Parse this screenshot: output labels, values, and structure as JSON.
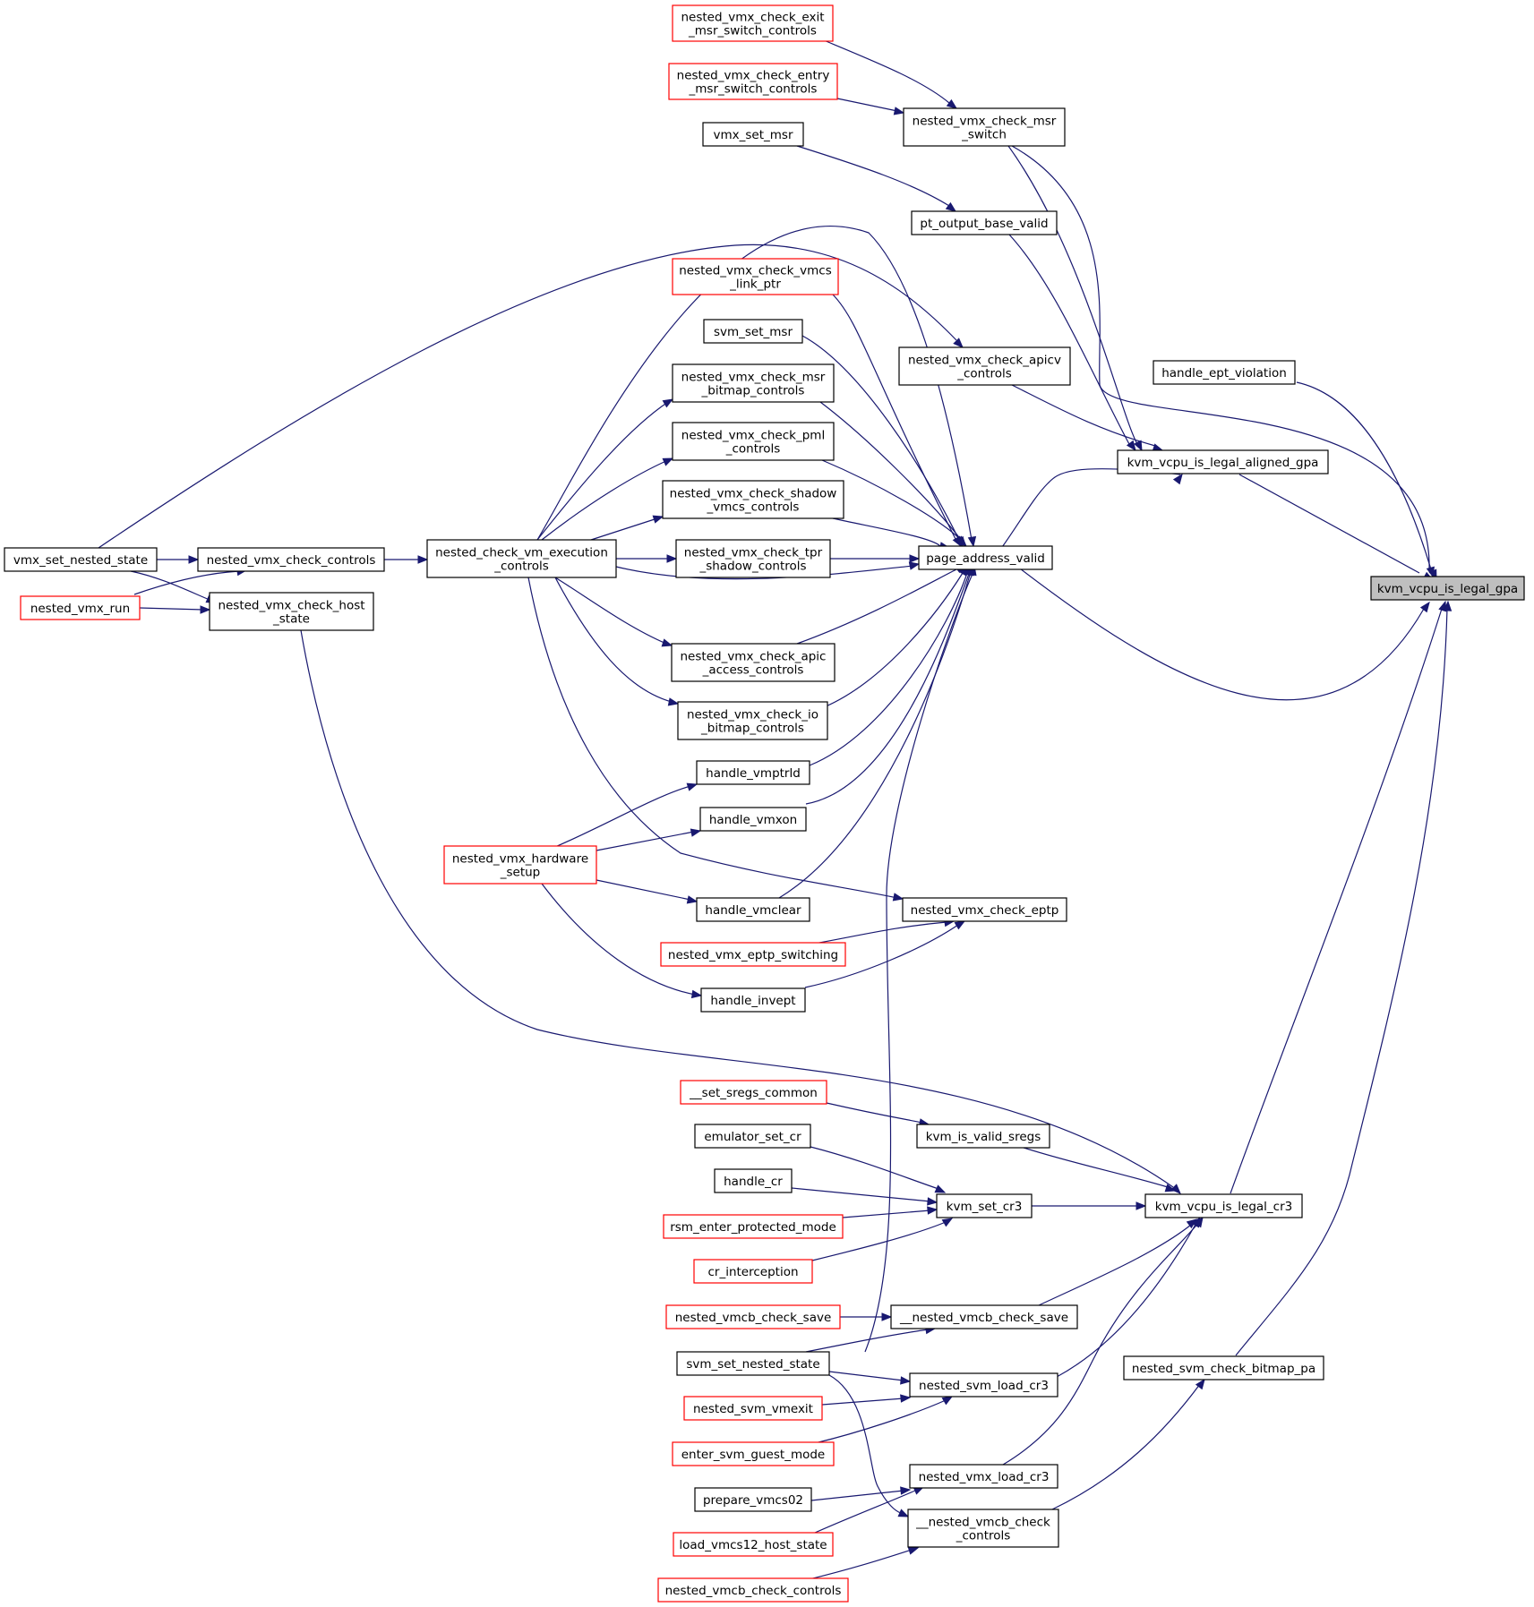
{
  "graph": {
    "colors": {
      "edge": "#191970",
      "node_border_default": "#000000",
      "node_border_truncated": "#ff0000",
      "node_fill_focus": "#bfbfbf"
    },
    "nodes": [
      {
        "id": "target",
        "lines": [
          "kvm_vcpu_is_legal_gpa"
        ],
        "style": "gray"
      },
      {
        "id": "aligned",
        "lines": [
          "kvm_vcpu_is_legal_aligned_gpa"
        ],
        "style": "black"
      },
      {
        "id": "ept_violation",
        "lines": [
          "handle_ept_violation"
        ],
        "style": "black"
      },
      {
        "id": "legal_cr3",
        "lines": [
          "kvm_vcpu_is_legal_cr3"
        ],
        "style": "black"
      },
      {
        "id": "bitmap_pa",
        "lines": [
          "nested_svm_check_bitmap_pa"
        ],
        "style": "black"
      },
      {
        "id": "msr_switch",
        "lines": [
          "nested_vmx_check_msr",
          "_switch"
        ],
        "style": "black"
      },
      {
        "id": "exit_msr",
        "lines": [
          "nested_vmx_check_exit",
          "_msr_switch_controls"
        ],
        "style": "red"
      },
      {
        "id": "entry_msr",
        "lines": [
          "nested_vmx_check_entry",
          "_msr_switch_controls"
        ],
        "style": "red"
      },
      {
        "id": "vmx_set_msr",
        "lines": [
          "vmx_set_msr"
        ],
        "style": "black"
      },
      {
        "id": "pt_output",
        "lines": [
          "pt_output_base_valid"
        ],
        "style": "black"
      },
      {
        "id": "apicv",
        "lines": [
          "nested_vmx_check_apicv",
          "_controls"
        ],
        "style": "black"
      },
      {
        "id": "page_valid",
        "lines": [
          "page_address_valid"
        ],
        "style": "black"
      },
      {
        "id": "vmcs_link",
        "lines": [
          "nested_vmx_check_vmcs",
          "_link_ptr"
        ],
        "style": "red"
      },
      {
        "id": "svm_set_msr",
        "lines": [
          "svm_set_msr"
        ],
        "style": "black"
      },
      {
        "id": "msr_bitmap",
        "lines": [
          "nested_vmx_check_msr",
          "_bitmap_controls"
        ],
        "style": "black"
      },
      {
        "id": "pml",
        "lines": [
          "nested_vmx_check_pml",
          "_controls"
        ],
        "style": "black"
      },
      {
        "id": "shadow_vmcs",
        "lines": [
          "nested_vmx_check_shadow",
          "_vmcs_controls"
        ],
        "style": "black"
      },
      {
        "id": "tpr_shadow",
        "lines": [
          "nested_vmx_check_tpr",
          "_shadow_controls"
        ],
        "style": "black"
      },
      {
        "id": "apic_access",
        "lines": [
          "nested_vmx_check_apic",
          "_access_controls"
        ],
        "style": "black"
      },
      {
        "id": "io_bitmap",
        "lines": [
          "nested_vmx_check_io",
          "_bitmap_controls"
        ],
        "style": "black"
      },
      {
        "id": "vmptrld",
        "lines": [
          "handle_vmptrld"
        ],
        "style": "black"
      },
      {
        "id": "vmxon",
        "lines": [
          "handle_vmxon"
        ],
        "style": "black"
      },
      {
        "id": "vmclear",
        "lines": [
          "handle_vmclear"
        ],
        "style": "black"
      },
      {
        "id": "check_eptp",
        "lines": [
          "nested_vmx_check_eptp"
        ],
        "style": "black"
      },
      {
        "id": "eptp_switching",
        "lines": [
          "nested_vmx_eptp_switching"
        ],
        "style": "red"
      },
      {
        "id": "invept",
        "lines": [
          "handle_invept"
        ],
        "style": "black"
      },
      {
        "id": "hw_setup",
        "lines": [
          "nested_vmx_hardware",
          "_setup"
        ],
        "style": "red"
      },
      {
        "id": "exec_controls",
        "lines": [
          "nested_check_vm_execution",
          "_controls"
        ],
        "style": "black"
      },
      {
        "id": "check_controls",
        "lines": [
          "nested_vmx_check_controls"
        ],
        "style": "black"
      },
      {
        "id": "host_state",
        "lines": [
          "nested_vmx_check_host",
          "_state"
        ],
        "style": "black"
      },
      {
        "id": "vmx_set_nested",
        "lines": [
          "vmx_set_nested_state"
        ],
        "style": "black"
      },
      {
        "id": "vmx_run",
        "lines": [
          "nested_vmx_run"
        ],
        "style": "red"
      },
      {
        "id": "set_sregs",
        "lines": [
          "__set_sregs_common"
        ],
        "style": "red"
      },
      {
        "id": "valid_sregs",
        "lines": [
          "kvm_is_valid_sregs"
        ],
        "style": "black"
      },
      {
        "id": "emulator_cr",
        "lines": [
          "emulator_set_cr"
        ],
        "style": "black"
      },
      {
        "id": "handle_cr",
        "lines": [
          "handle_cr"
        ],
        "style": "black"
      },
      {
        "id": "set_cr3",
        "lines": [
          "kvm_set_cr3"
        ],
        "style": "black"
      },
      {
        "id": "rsm",
        "lines": [
          "rsm_enter_protected_mode"
        ],
        "style": "red"
      },
      {
        "id": "cr_intercept",
        "lines": [
          "cr_interception"
        ],
        "style": "red"
      },
      {
        "id": "vmcb_save_pub",
        "lines": [
          "nested_vmcb_check_save"
        ],
        "style": "red"
      },
      {
        "id": "vmcb_save",
        "lines": [
          "__nested_vmcb_check_save"
        ],
        "style": "black"
      },
      {
        "id": "svm_set_nested",
        "lines": [
          "svm_set_nested_state"
        ],
        "style": "black"
      },
      {
        "id": "svm_load_cr3",
        "lines": [
          "nested_svm_load_cr3"
        ],
        "style": "black"
      },
      {
        "id": "svm_vmexit",
        "lines": [
          "nested_svm_vmexit"
        ],
        "style": "red"
      },
      {
        "id": "enter_guest",
        "lines": [
          "enter_svm_guest_mode"
        ],
        "style": "red"
      },
      {
        "id": "vmx_load_cr3",
        "lines": [
          "nested_vmx_load_cr3"
        ],
        "style": "black"
      },
      {
        "id": "prepare_vmcs02",
        "lines": [
          "prepare_vmcs02"
        ],
        "style": "black"
      },
      {
        "id": "load_vmcs12",
        "lines": [
          "load_vmcs12_host_state"
        ],
        "style": "red"
      },
      {
        "id": "vmcb_ctrl",
        "lines": [
          "__nested_vmcb_check",
          "_controls"
        ],
        "style": "black"
      },
      {
        "id": "vmcb_ctrl_pub",
        "lines": [
          "nested_vmcb_check_controls"
        ],
        "style": "red"
      }
    ]
  }
}
